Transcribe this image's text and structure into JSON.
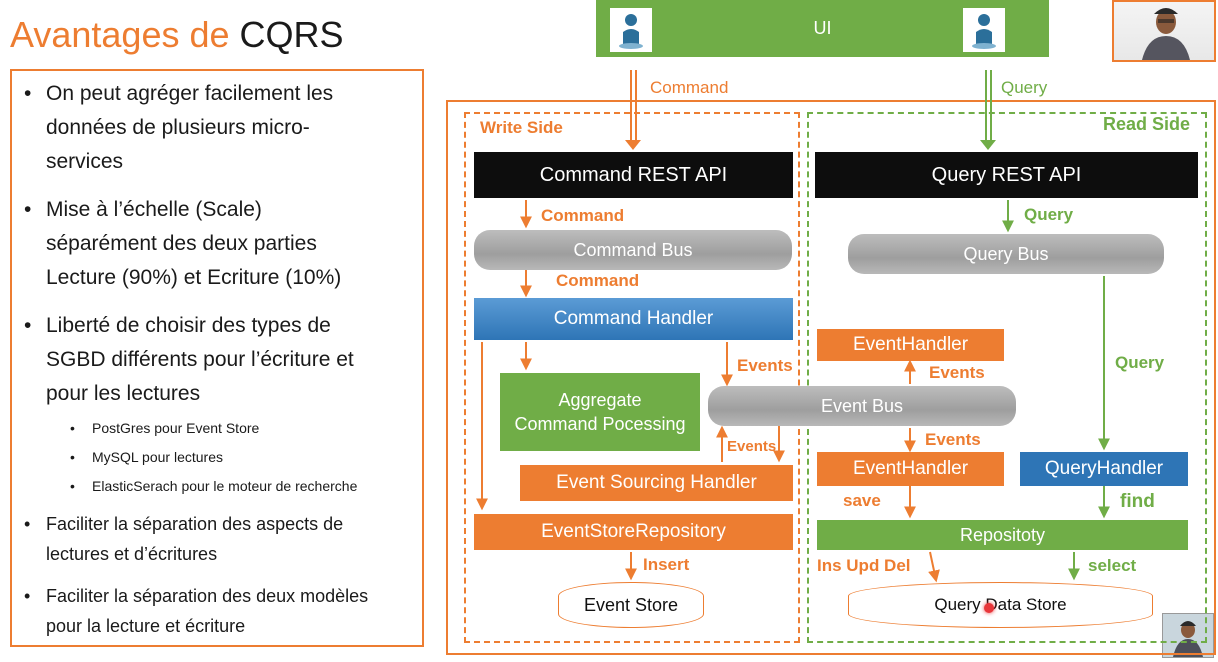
{
  "slide": {
    "title_prefix": "Avantages de ",
    "title_emphasis": "CQRS"
  },
  "bullets": [
    {
      "line1": "On peut agréger facilement les",
      "line2": "données de plusieurs micro-",
      "line3": "services"
    },
    {
      "line1": " Mise à l’échelle (Scale)",
      "line2": "séparément des deux parties",
      "line3": "Lecture (90%) et Ecriture (10%)"
    },
    {
      "line1": "Liberté de choisir des types de",
      "line2": "SGBD différents pour l’écriture et",
      "line3": "pour les lectures"
    }
  ],
  "sub_bullets": [
    "PostGres pour Event Store",
    "MySQL pour lectures",
    "ElasticSerach pour le moteur de recherche"
  ],
  "bullets_small": [
    {
      "line1": "Faciliter la séparation des aspects de",
      "line2": "lectures et d’écritures"
    },
    {
      "line1": "Faciliter la séparation des deux modèles",
      "line2": "pour la lecture et écriture"
    }
  ],
  "diagram": {
    "ui": "UI",
    "command_label": "Command",
    "query_label": "Query",
    "write_side": "Write Side",
    "read_side": "Read Side",
    "command_rest_api": "Command REST API",
    "query_rest_api": "Query REST API",
    "command_bus": "Command Bus",
    "query_bus": "Query Bus",
    "command_handler": "Command Handler",
    "aggregate_line1": "Aggregate",
    "aggregate_line2": "Command Pocessing",
    "event_bus": "Event Bus",
    "events": "Events",
    "event_sourcing_handler": "Event Sourcing Handler",
    "event_store_repository": "EventStoreRepository",
    "insert": "Insert",
    "event_store": "Event Store",
    "event_handler": "EventHandler",
    "query_handler": "QueryHandler",
    "save": "save",
    "find": "find",
    "repository": "Repositoty",
    "ins_upd_del": "Ins Upd Del",
    "select": "select",
    "query_data_store": "Query Data Store"
  },
  "colors": {
    "orange": "#ED7D31",
    "green": "#70AD47",
    "blue": "#2E75B6",
    "black": "#0D0D0D"
  },
  "icons": [
    "user-icon",
    "presenter-webcam",
    "presenter-webcam-small"
  ]
}
